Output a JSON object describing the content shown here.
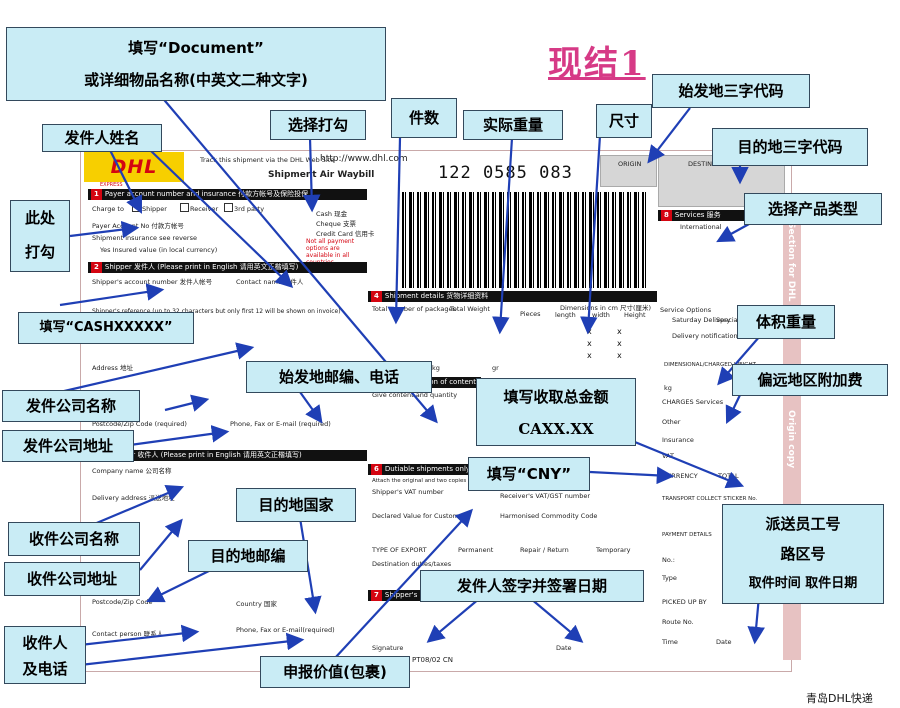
{
  "title": "现结1",
  "footer": "青岛DHL快递",
  "waybill": {
    "logo": "DHL",
    "logo_sub": "EXPRESS",
    "header_text": "Track this shipment via the DHL Web Site",
    "website": "http://www.dhl.com",
    "waybill_title": "Shipment Air Waybill",
    "awb_number": "122  0585  083",
    "origin": "ORIGIN",
    "destination_code": "DESTINATION CODE",
    "sections": {
      "s1": {
        "num": "1",
        "label": "Payer account number and insurance 付款方帐号及保险投保"
      },
      "s2": {
        "num": "2",
        "label": "Shipper 发件人 (Please print in English 请用英文正楷填写)"
      },
      "s3": {
        "num": "3",
        "label": "Receiver 收件人 (Please print in English 请用英文正楷填写)"
      },
      "s4": {
        "num": "4",
        "label": "Shipment details 货物详细资料"
      },
      "s5": {
        "num": "5",
        "label": "Full description of contents 货物详细说明"
      },
      "s6": {
        "num": "6",
        "label": "Dutiable shipments only"
      },
      "s7": {
        "num": "7",
        "label": "Shipper's agreement"
      },
      "s8": {
        "num": "8",
        "label": "Services 服务"
      }
    },
    "fields": {
      "charge_to": "Charge to",
      "shipper_chk": "Shipper",
      "receiver_chk": "Receiver",
      "third_party": "3rd party",
      "payer_account": "Payer Account No 付款方帐号",
      "insurance": "Shipment insurance see reverse",
      "insured_value": "Yes Insured value (in local currency)",
      "cash": "Cash 现金",
      "cheque": "Cheque 支票",
      "credit_card": "Credit Card 信用卡",
      "not_all_payment": "Not all payment options are available in all countries.",
      "shipper_account": "Shipper's account number 发件人帐号",
      "contact_name": "Contact name 发件人",
      "shipper_reference": "Shipper's reference (up to 32 characters but only first 12 will be shown on invoice)",
      "address": "Address 地址",
      "postcode": "Postcode/Zip Code (required)",
      "phone": "Phone, Fax or E-mail (required)",
      "company_name": "Company name 公司名称",
      "delivery_address": "Delivery address 派送地址",
      "postcode_recv": "Postcode/Zip Code",
      "country": "Country 国家",
      "contact_person": "Contact person 联系人",
      "phone_recv": "Phone, Fax or E-mail(required)",
      "total_packages": "Total number of packages",
      "total_weight": "Total Weight",
      "pieces": "Pieces",
      "dimensions": "Dimensions in cm 尺寸(厘米)",
      "length": "length",
      "width": "width",
      "height": "Height",
      "kg": "kg",
      "gr": "gr",
      "give_content": "Give content and quantity",
      "attach": "Attach the original and two copies of a Proforma or Commercial Invoice",
      "shipper_vat": "Shipper's VAT number",
      "receiver_vat": "Receiver's VAT/GST number",
      "declared_value": "Declared Value for Customs",
      "harmonised": "Harmonised Commodity Code",
      "type_export": "TYPE OF EXPORT",
      "permanent": "Permanent",
      "repair": "Repair / Return",
      "temporary": "Temporary",
      "destination_duties": "Destination duties/taxes",
      "signature": "Signature",
      "date": "Date",
      "form_code": "PT08/02  CN",
      "international": "International",
      "service_options": "Service Options",
      "saturday": "Saturday Delivery",
      "special": "Special Pickup",
      "delivery_notif": "Delivery notification",
      "dimensional": "DIMENSIONAL/CHARGED WEIGHT",
      "charges": "CHARGES Services",
      "other": "Other",
      "insurance_ch": "Insurance",
      "vat": "VAT",
      "currency": "CURRENCY",
      "total": "TOTAL",
      "transport_collect": "TRANSPORT COLLECT STICKER No.",
      "payment_details": "PAYMENT DETAILS",
      "no": "No.:",
      "type": "Type",
      "picked_up_by": "PICKED UP BY",
      "route_no": "Route No.",
      "time": "Time",
      "date2": "Date",
      "side_text1": "Section for DHL",
      "side_text2": "Origin copy"
    }
  },
  "annotations": {
    "fill_document_l1": "填写“Document”",
    "fill_document_l2": "或详细物品名称(中英文二种文字)",
    "shipper_name": "发件人姓名",
    "select_tick": "选择打勾",
    "pieces": "件数",
    "actual_weight": "实际重量",
    "size": "尺寸",
    "origin_code": "始发地三字代码",
    "dest_code": "目的地三字代码",
    "product_type": "选择产品类型",
    "tick_here_l1": "此处",
    "tick_here_l2": "打勾",
    "fill_cash": "填写“CASHXXXXX”",
    "origin_postcode_phone": "始发地邮编、电话",
    "shipper_company_name": "发件公司名称",
    "shipper_company_addr": "发件公司地址",
    "volume_weight": "体积重量",
    "remote_fee": "偏远地区附加费",
    "total_amount_l1": "填写收取总金额",
    "total_amount_l2": "CAXX.XX",
    "fill_cny": "填写“CNY”",
    "dest_country": "目的地国家",
    "recv_company_name": "收件公司名称",
    "dest_postcode": "目的地邮编",
    "recv_company_addr": "收件公司地址",
    "courier_l1": "派送员工号",
    "courier_l2": "路区号",
    "courier_l3": "取件时间  取件日期",
    "sign_date": "发件人签字并签署日期",
    "receiver_phone_l1": "收件人",
    "receiver_phone_l2": "及电话",
    "declared_value": "申报价值(包裹)"
  }
}
